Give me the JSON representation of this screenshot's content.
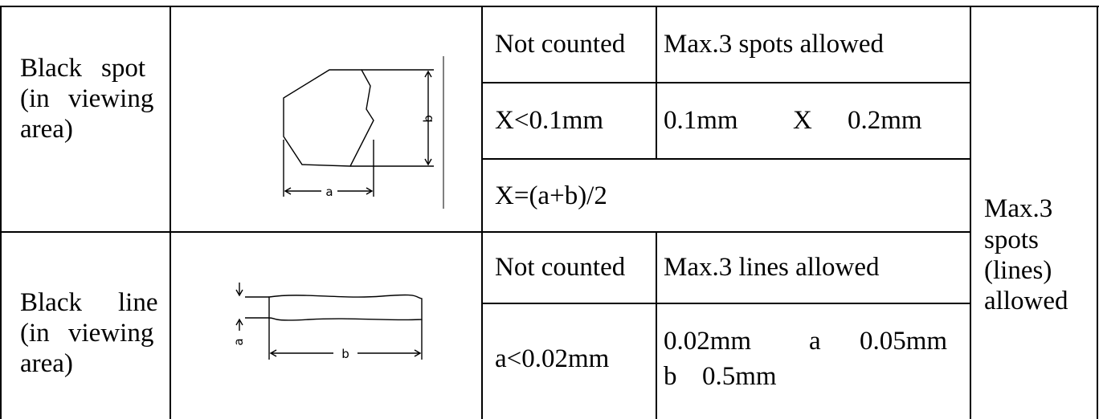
{
  "black_spot": {
    "label_line1_a": "Black",
    "label_line1_b": "spot",
    "label_line2_a": "(in",
    "label_line2_b": "viewing",
    "label_line3": "area)",
    "not_counted": "Not counted",
    "max_allowed": "Max.3 spots allowed",
    "small_size": "X<0.1mm",
    "range_low": "0.1mm",
    "range_var": "X",
    "range_high": "0.2mm",
    "formula": "X=(a+b)/2",
    "dim_a": "a",
    "dim_b": "b"
  },
  "black_line": {
    "label_line1_a": "Black",
    "label_line1_b": "line",
    "label_line2_a": "(in",
    "label_line2_b": "viewing",
    "label_line3": "area)",
    "not_counted": "Not counted",
    "max_allowed": "Max.3 lines allowed",
    "small_size": "a<0.02mm",
    "range_low": "0.02mm",
    "range_var": "a",
    "range_high": "0.05mm",
    "length_var": "b",
    "length_value": "0.5mm",
    "dim_a": "a",
    "dim_b": "b"
  },
  "total": {
    "line1": "Max.3",
    "line2": "spots",
    "line3": "(lines)",
    "line4": "allowed"
  }
}
